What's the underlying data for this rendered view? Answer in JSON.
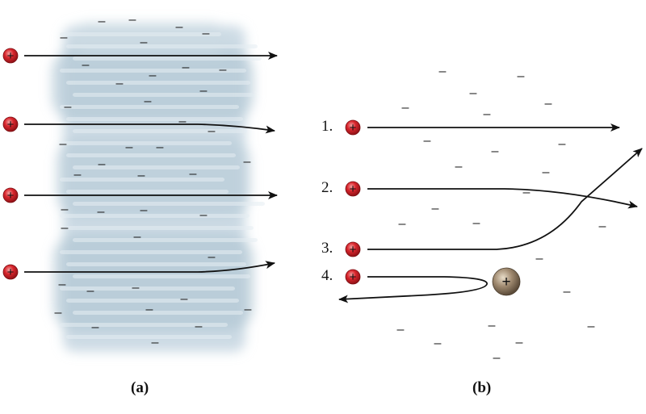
{
  "figure": {
    "panel_a": {
      "label": "(a)"
    },
    "panel_b": {
      "label": "(b)",
      "paths": [
        {
          "number": "1.",
          "outcome": "passes straight through"
        },
        {
          "number": "2.",
          "outcome": "slightly deflected"
        },
        {
          "number": "3.",
          "outcome": "strongly deflected"
        },
        {
          "number": "4.",
          "outcome": "bounces back"
        }
      ],
      "nucleus_sign": "+"
    },
    "particle_sign": "+",
    "electron_sign": "–",
    "colors": {
      "particle": "#d9262d",
      "nucleus": "#8a7560",
      "cloud": "#b8ccd8",
      "arrow": "#111111"
    }
  }
}
